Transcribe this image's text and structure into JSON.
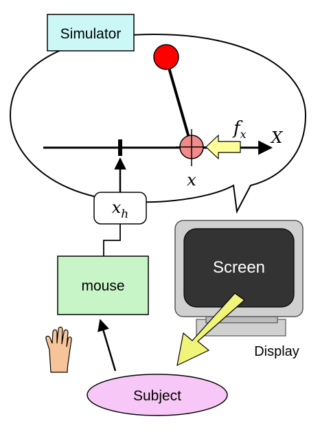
{
  "simulator": {
    "label": "Simulator",
    "label_fill": "#ccf7f7"
  },
  "axis": {
    "axis_label": "X",
    "position_label": "x",
    "force_label_base": "f",
    "force_label_sub": "x",
    "hand_variable_base": "x",
    "hand_variable_sub": "h"
  },
  "mouse": {
    "label": "mouse",
    "fill": "#c8f5c8"
  },
  "display": {
    "screen_label": "Screen",
    "caption": "Display",
    "screen_fill": "#333333",
    "bezel_fill": "#d0d0d0"
  },
  "subject": {
    "label": "Subject",
    "fill": "#f7c8f7"
  },
  "pendulum": {
    "bob_color": "#ff0000",
    "cart_color": "#f28a8a"
  },
  "arrows": {
    "force_arrow_fill": "#ffff99",
    "gaze_arrow_fill": "#f0f57a"
  },
  "hand_icon": {
    "icon": "hand-icon",
    "skin_color": "#f7c49a"
  }
}
